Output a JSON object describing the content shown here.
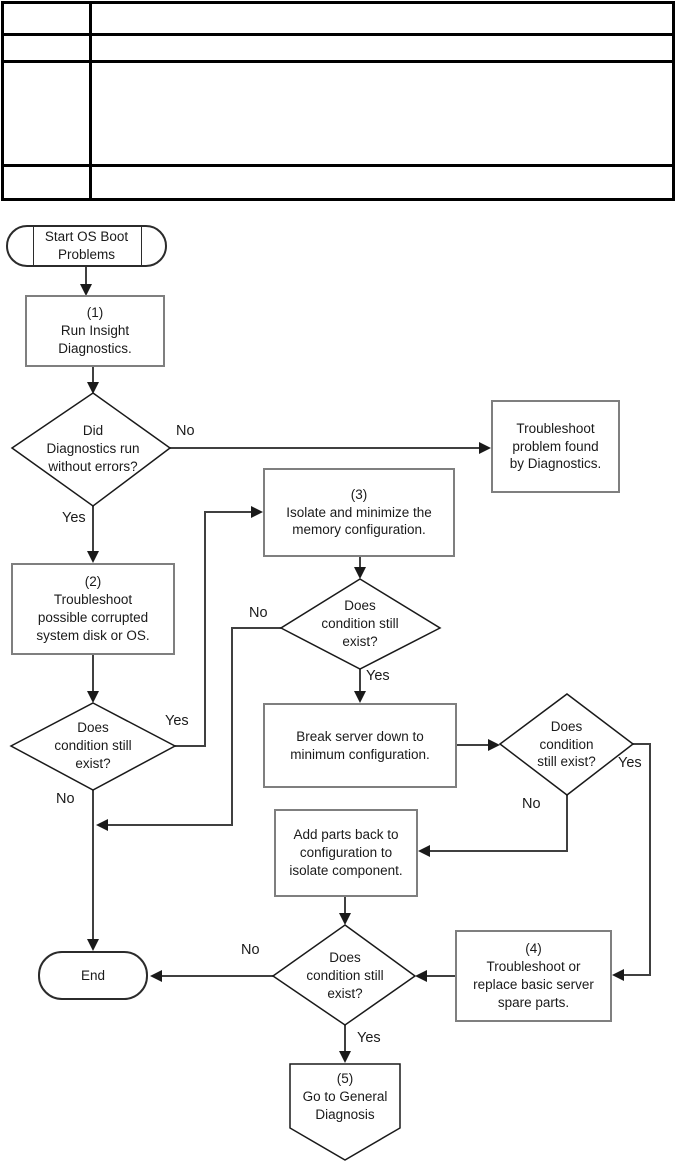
{
  "table": {
    "row_count": 4,
    "column_count": 2,
    "cells": [
      [
        "",
        ""
      ],
      [
        "",
        ""
      ],
      [
        "",
        ""
      ],
      [
        "",
        ""
      ]
    ]
  },
  "flowchart": {
    "colors": {
      "connector": "#404040",
      "process_border": "#7f7f7f",
      "shape_border": "#1a1a1a",
      "text": "#1a1a1a",
      "background": "#ffffff"
    },
    "nodes": {
      "start": {
        "l1": "Start OS Boot",
        "l2": "Problems"
      },
      "box1": {
        "l1": "(1)",
        "l2": "Run Insight",
        "l3": "Diagnostics."
      },
      "d1": {
        "l1": "Did",
        "l2": "Diagnostics run",
        "l3": "without errors?"
      },
      "diag": {
        "l1": "Troubleshoot",
        "l2": "problem found",
        "l3": "by Diagnostics."
      },
      "box2": {
        "l1": "(2)",
        "l2": "Troubleshoot",
        "l3": "possible corrupted",
        "l4": "system disk or OS."
      },
      "box3": {
        "l1": "(3)",
        "l2": "Isolate and minimize the",
        "l3": "memory configuration."
      },
      "dleft": {
        "l1": "Does",
        "l2": "condition still",
        "l3": "exist?"
      },
      "dmid": {
        "l1": "Does",
        "l2": "condition still",
        "l3": "exist?"
      },
      "breakbox": {
        "l1": "Break server down to",
        "l2": "minimum configuration."
      },
      "dright": {
        "l1": "Does",
        "l2": "condition",
        "l3": "still exist?"
      },
      "addbox": {
        "l1": "Add parts back to",
        "l2": "configuration to",
        "l3": "isolate component."
      },
      "box4": {
        "l1": "(4)",
        "l2": "Troubleshoot or",
        "l3": "replace basic server",
        "l4": "spare parts."
      },
      "dbottom": {
        "l1": "Does",
        "l2": "condition still",
        "l3": "exist?"
      },
      "end": {
        "l1": "End"
      },
      "goto5": {
        "l1": "(5)",
        "l2": "Go to General",
        "l3": "Diagnosis"
      }
    },
    "edge_labels": {
      "d1_no": "No",
      "d1_yes": "Yes",
      "dleft_yes": "Yes",
      "dleft_no": "No",
      "dmid_no": "No",
      "dmid_yes": "Yes",
      "dright_yes": "Yes",
      "dright_no": "No",
      "dbottom_no": "No",
      "dbottom_yes": "Yes"
    }
  }
}
